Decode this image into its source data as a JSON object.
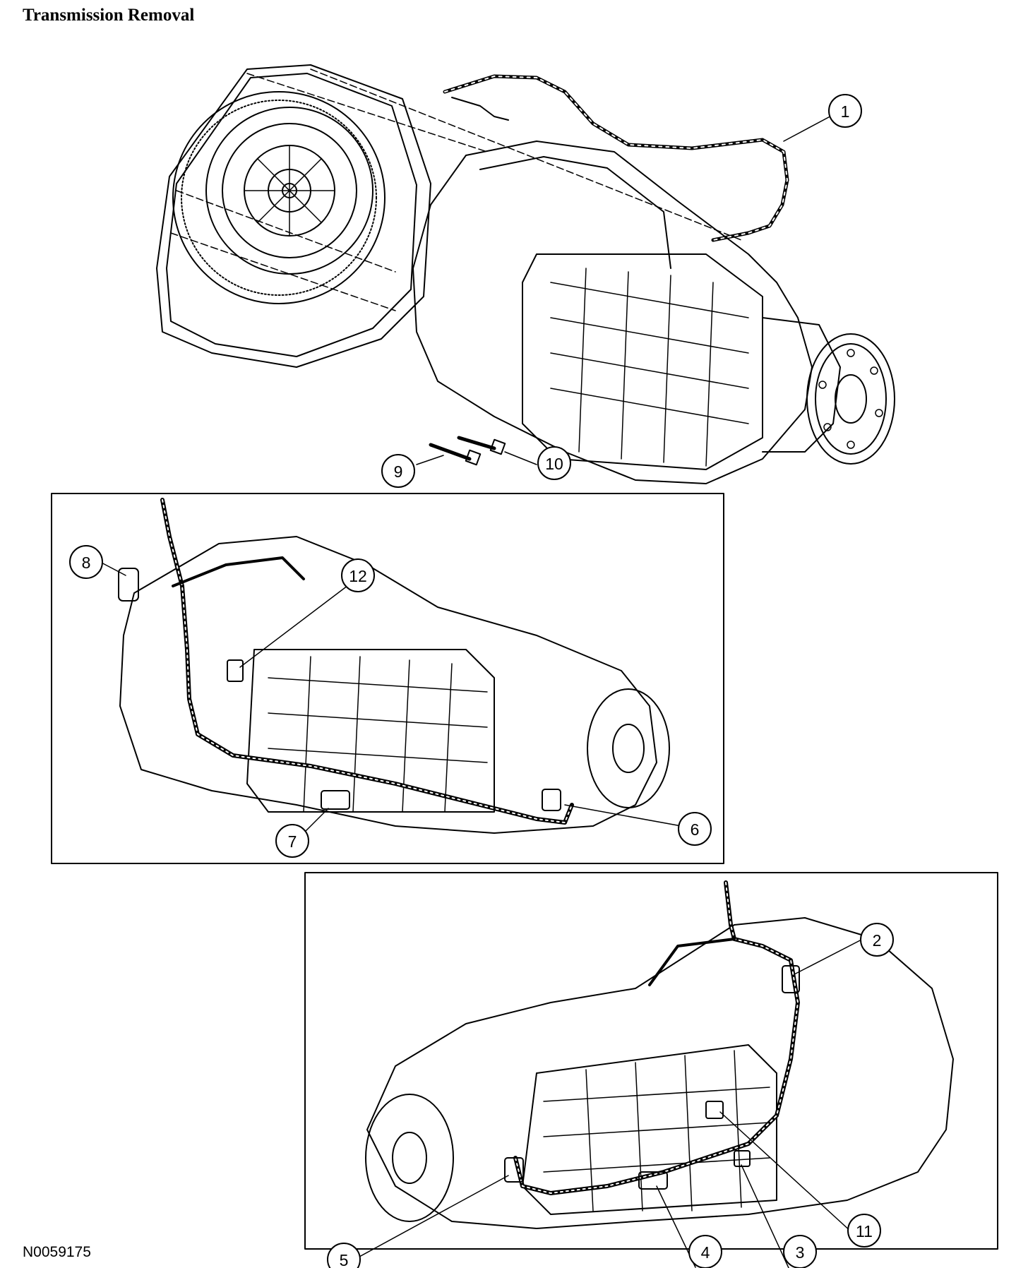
{
  "page": {
    "title": "Transmission Removal",
    "figure_id": "N0059175"
  },
  "callouts": {
    "c1": "1",
    "c2": "2",
    "c3": "3",
    "c4": "4",
    "c5": "5",
    "c6": "6",
    "c7": "7",
    "c8": "8",
    "c9": "9",
    "c10": "10",
    "c11": "11",
    "c12": "12"
  },
  "colors": {
    "line": "#000000",
    "background": "#ffffff"
  }
}
